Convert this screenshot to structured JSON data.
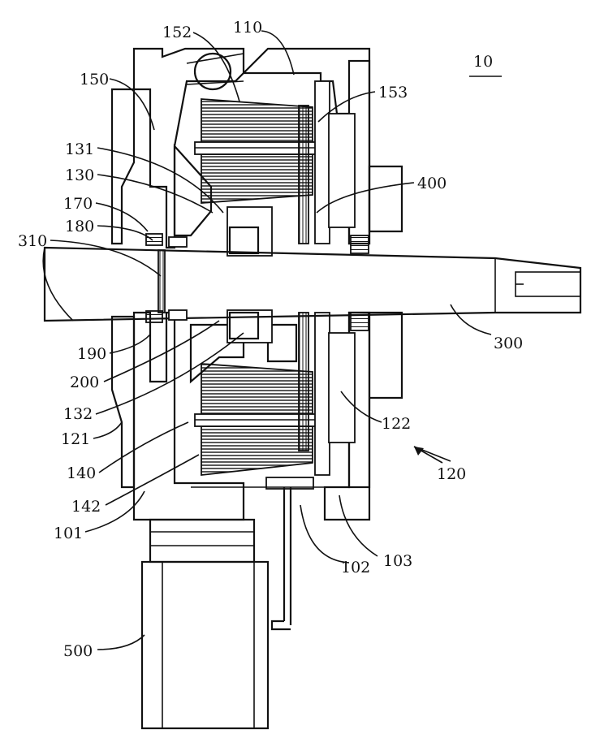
{
  "figure_number": "10",
  "labels": {
    "l101": "101",
    "l102": "102",
    "l103": "103",
    "l110": "110",
    "l120": "120",
    "l121": "121",
    "l122": "122",
    "l130": "130",
    "l131": "131",
    "l132": "132",
    "l140": "140",
    "l142": "142",
    "l150": "150",
    "l152": "152",
    "l153": "153",
    "l170": "170",
    "l180": "180",
    "l190": "190",
    "l200": "200",
    "l300": "300",
    "l310": "310",
    "l400": "400",
    "l500": "500"
  },
  "colors": {
    "line": "#111111",
    "background": "#ffffff"
  }
}
